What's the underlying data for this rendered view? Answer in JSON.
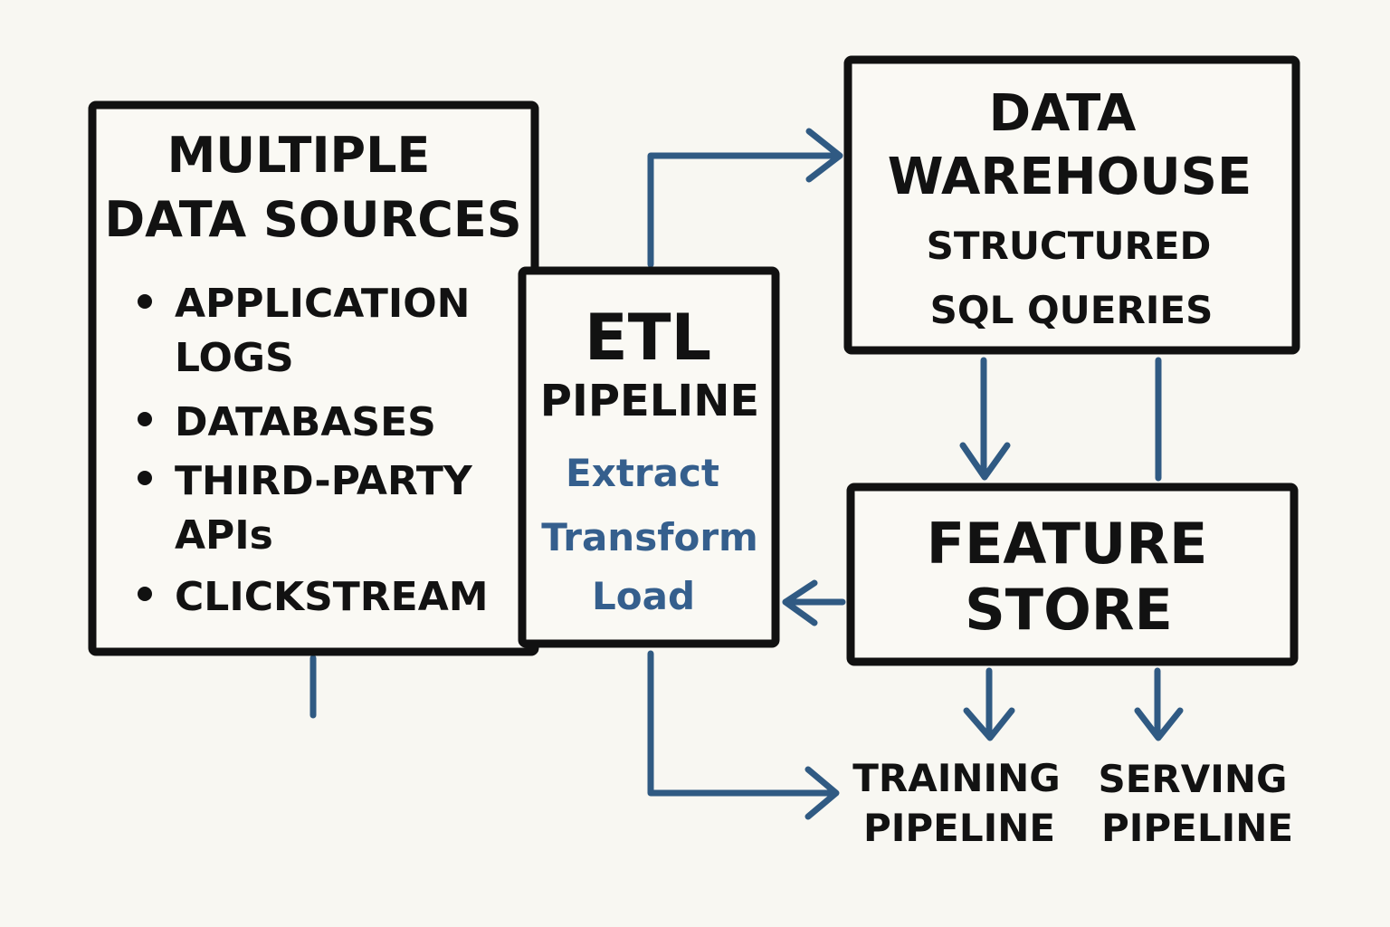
{
  "sources": {
    "title_line1": "MULTIPLE",
    "title_line2": "DATA SOURCES",
    "items": [
      {
        "line1": "APPLICATION",
        "line2": "LOGS"
      },
      {
        "line1": "DATABASES"
      },
      {
        "line1": "THIRD-PARTY",
        "line2": "APIs"
      },
      {
        "line1": "CLICKSTREAM"
      }
    ]
  },
  "etl": {
    "title": "ETL",
    "subtitle": "PIPELINE",
    "steps": [
      "Extract",
      "Transform",
      "Load"
    ]
  },
  "warehouse": {
    "title_line1": "DATA",
    "title_line2": "WAREHOUSE",
    "line1": "STRUCTURED",
    "line2": "SQL QUERIES"
  },
  "feature_store": {
    "title_line1": "FEATURE",
    "title_line2": "STORE"
  },
  "outputs": {
    "training_line1": "TRAINING",
    "training_line2": "PIPELINE",
    "serving_line1": "SERVING",
    "serving_line2": "PIPELINE"
  },
  "colors": {
    "ink": "#111111",
    "arrow": "#305a83",
    "background": "#f8f7f2"
  }
}
